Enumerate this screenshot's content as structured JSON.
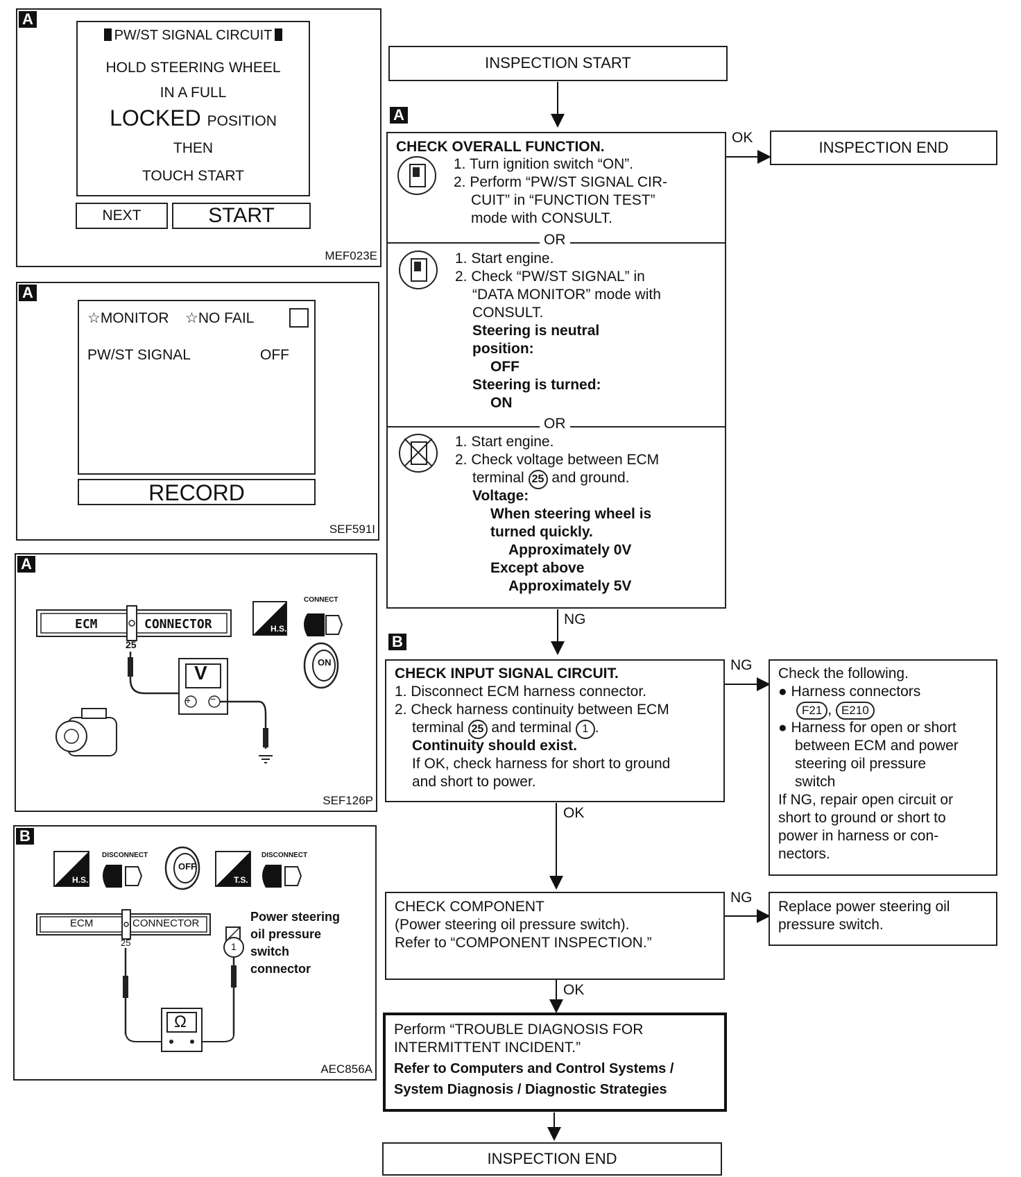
{
  "panelA1": {
    "badge": "A",
    "title": "PW/ST SIGNAL CIRCUIT",
    "line1": "HOLD STEERING WHEEL",
    "line2": "IN A FULL",
    "line3a": "LOCKED",
    "line3b": "POSITION",
    "line4": "THEN",
    "line5": "TOUCH START",
    "next": "NEXT",
    "start": "START",
    "fig": "MEF023E"
  },
  "panelA2": {
    "badge": "A",
    "monitor": "☆MONITOR",
    "nofail": "☆NO FAIL",
    "signal_name": "PW/ST SIGNAL",
    "signal_value": "OFF",
    "record": "RECORD",
    "fig": "SEF591I"
  },
  "panelA3": {
    "badge": "A",
    "ecm": "ECM",
    "connector": "CONNECTOR",
    "terminal": "25",
    "meter": "V",
    "hs": "H.S.",
    "connect": "CONNECT",
    "on": "ON",
    "fig": "SEF126P"
  },
  "panelB": {
    "badge": "B",
    "hs": "H.S.",
    "ts": "T.S.",
    "disconnect1": "DISCONNECT",
    "disconnect2": "DISCONNECT",
    "off": "OFF",
    "ecm": "ECM",
    "connector": "CONNECTOR",
    "terminal": "25",
    "terminal1": "1",
    "switch_label": [
      "Power steering",
      "oil pressure",
      "switch",
      "connector"
    ],
    "meter": "Ω",
    "fig": "AEC856A"
  },
  "flow": {
    "start": "INSPECTION START",
    "end1": "INSPECTION END",
    "end2": "INSPECTION END",
    "badgeA": "A",
    "badgeB": "B",
    "ok1": "OK",
    "ng1": "NG",
    "ng2": "NG",
    "ok2": "OK",
    "ng3": "NG",
    "ok3": "OK",
    "or1": "OR",
    "or2": "OR",
    "checkA": {
      "title": "CHECK OVERALL FUNCTION.",
      "s1": [
        "1. Turn ignition switch “ON”.",
        "2. Perform “PW/ST SIGNAL CIR-",
        "CUIT” in “FUNCTION TEST”",
        "mode with CONSULT."
      ],
      "s2": [
        "1. Start engine.",
        "2. Check “PW/ST SIGNAL” in",
        "“DATA MONITOR” mode with",
        "CONSULT."
      ],
      "s2b": [
        "Steering is neutral",
        "position:",
        "OFF",
        "Steering is turned:",
        "ON"
      ],
      "s3": [
        "1. Start engine.",
        "2. Check voltage between ECM",
        "terminal",
        "and ground."
      ],
      "s3_term": "25",
      "s3b": [
        "Voltage:",
        "When steering wheel is",
        "turned quickly.",
        "Approximately 0V",
        "Except above",
        "Approximately 5V"
      ]
    },
    "checkB": {
      "title": "CHECK INPUT SIGNAL CIRCUIT.",
      "l1": "1. Disconnect ECM harness connector.",
      "l2": "2. Check harness continuity between ECM",
      "l3a": "terminal",
      "l3term": "25",
      "l3b": "and terminal",
      "l3term2": "1",
      "l3c": ".",
      "l4": "Continuity should exist.",
      "l5": "If OK, check harness for short to ground",
      "l6": "and short to power."
    },
    "checkFollowing": {
      "title": "Check the following.",
      "b1": "Harness connectors",
      "c1": "F21",
      "c2": "E210",
      "b2": [
        "Harness for open or short",
        "between ECM and power",
        "steering oil pressure",
        "switch"
      ],
      "ng": [
        "If NG, repair open circuit or",
        "short to ground or short to",
        "power in harness or con-",
        "nectors."
      ]
    },
    "component": [
      "CHECK COMPONENT",
      "(Power steering oil pressure switch).",
      "Refer to “COMPONENT INSPECTION.”"
    ],
    "replace": [
      "Replace power steering oil",
      "pressure switch."
    ],
    "perform": [
      "Perform “TROUBLE DIAGNOSIS FOR",
      "INTERMITTENT INCIDENT.”"
    ],
    "perform_ref": [
      "Refer to Computers and Control Systems /",
      "System Diagnosis / Diagnostic Strategies"
    ]
  }
}
